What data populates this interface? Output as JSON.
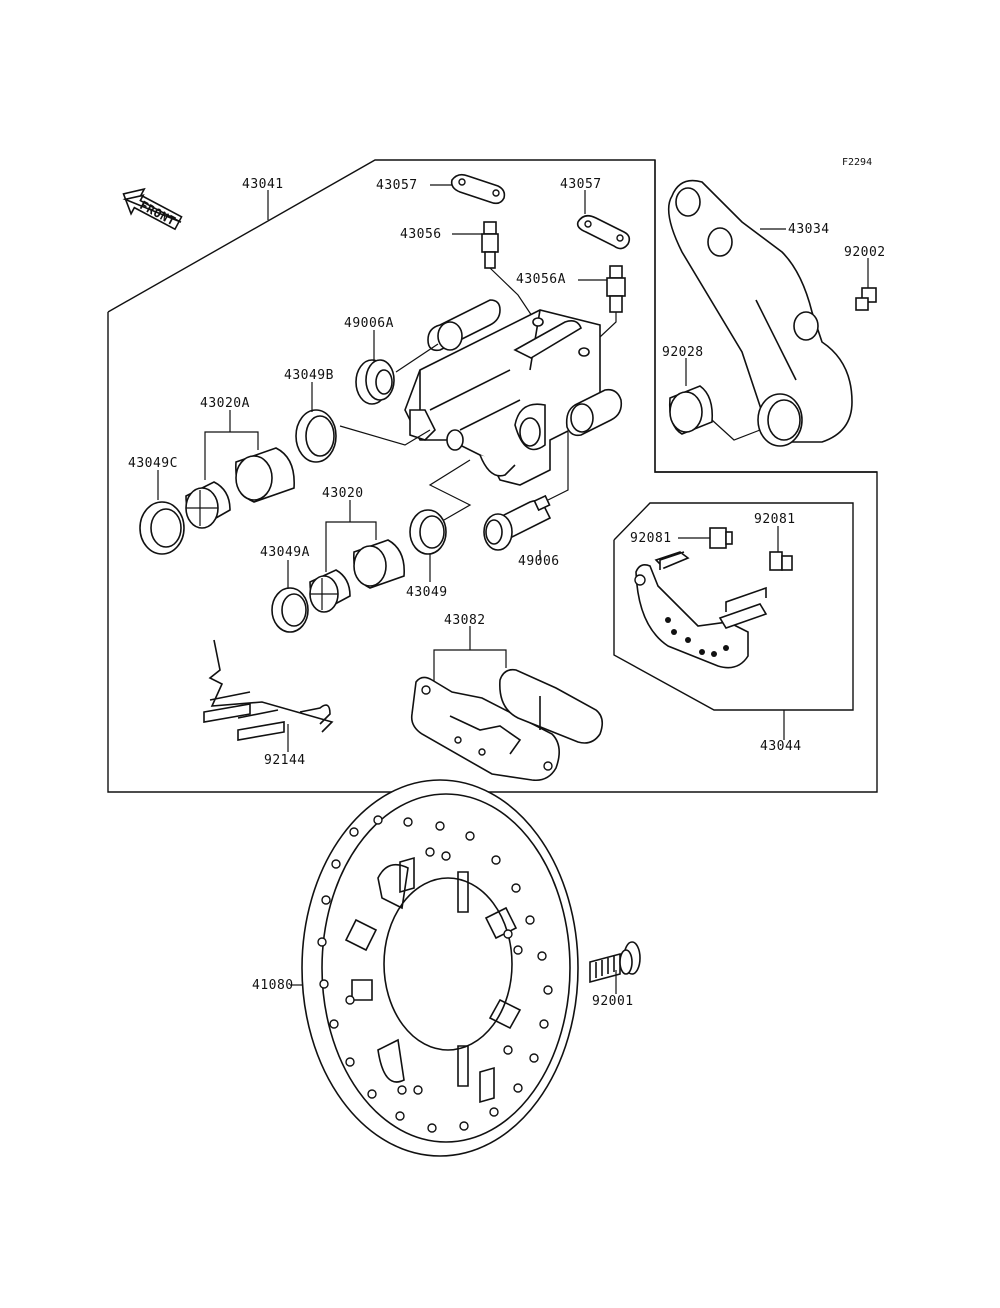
{
  "ref_code": "F2294",
  "front_label": "FRONT",
  "labels": {
    "l43041": "43041",
    "l43057a": "43057",
    "l43057b": "43057",
    "l43056": "43056",
    "l43056A": "43056A",
    "l49006A": "49006A",
    "l43049B": "43049B",
    "l43020A": "43020A",
    "l43049C": "43049C",
    "l43020": "43020",
    "l43049A": "43049A",
    "l43049": "43049",
    "l49006": "49006",
    "l43034": "43034",
    "l92002": "92002",
    "l92028": "92028",
    "l92081a": "92081",
    "l92081b": "92081",
    "l43044": "43044",
    "l43082": "43082",
    "l92144": "92144",
    "l41080": "41080",
    "l92001": "92001"
  }
}
